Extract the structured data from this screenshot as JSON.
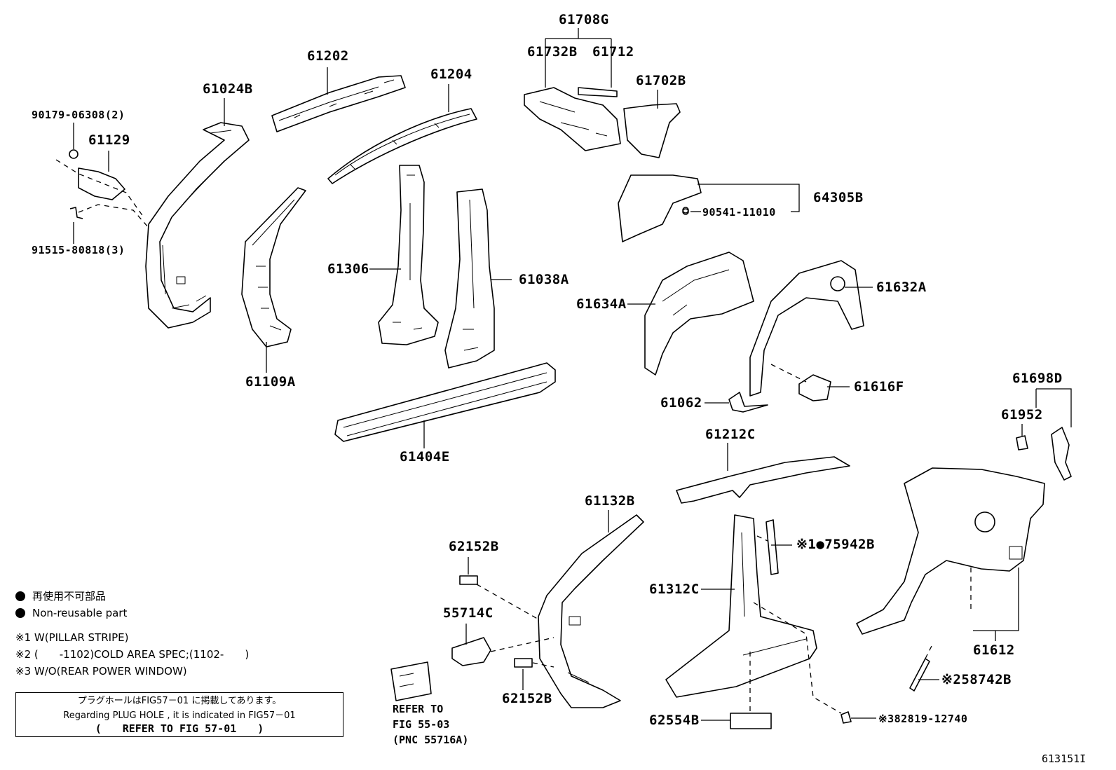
{
  "parts": {
    "p61708G": "61708G",
    "p61732B": "61732B",
    "p61712": "61712",
    "p61702B": "61702B",
    "p61202": "61202",
    "p61204": "61204",
    "p61024B": "61024B",
    "p90179": "90179-06308(2)",
    "p61129": "61129",
    "p91515": "91515-80818(3)",
    "p61306": "61306",
    "p61038A": "61038A",
    "p61109A": "61109A",
    "p64305B": "64305B",
    "p90541": "90541-11010",
    "p61634A": "61634A",
    "p61632A": "61632A",
    "p61616F": "61616F",
    "p61062": "61062",
    "p61404E": "61404E",
    "p61212C": "61212C",
    "p61698D": "61698D",
    "p61952": "61952",
    "p61132B": "61132B",
    "p62152B_top": "62152B",
    "p62152B_bot": "62152B",
    "p55714C": "55714C",
    "p75942B": "※1●75942B",
    "p61312C": "61312C",
    "p61612": "61612",
    "p58742B": "※258742B",
    "p62554B": "62554B",
    "p82819": "※382819-12740"
  },
  "legend": {
    "item1": "再使用不可部品",
    "item2": "Non-reusable part",
    "note1": "※1 W(PILLAR STRIPE)",
    "note2": "※2 (　　-1102)COLD AREA SPEC;(1102-　　)",
    "note3": "※3 W/O(REAR POWER WINDOW)"
  },
  "plug_note": {
    "line1": "プラグホールはFIG57－01 に掲載してあります。",
    "line2": "Regarding  PLUG HOLE , it is indicated in FIG57－01",
    "line3": "(　　REFER TO FIG 57-01　　)"
  },
  "refer": {
    "line1": "REFER TO",
    "line2": "FIG 55-03",
    "line3": "(PNC 55716A)"
  },
  "figure_id": "613151I"
}
